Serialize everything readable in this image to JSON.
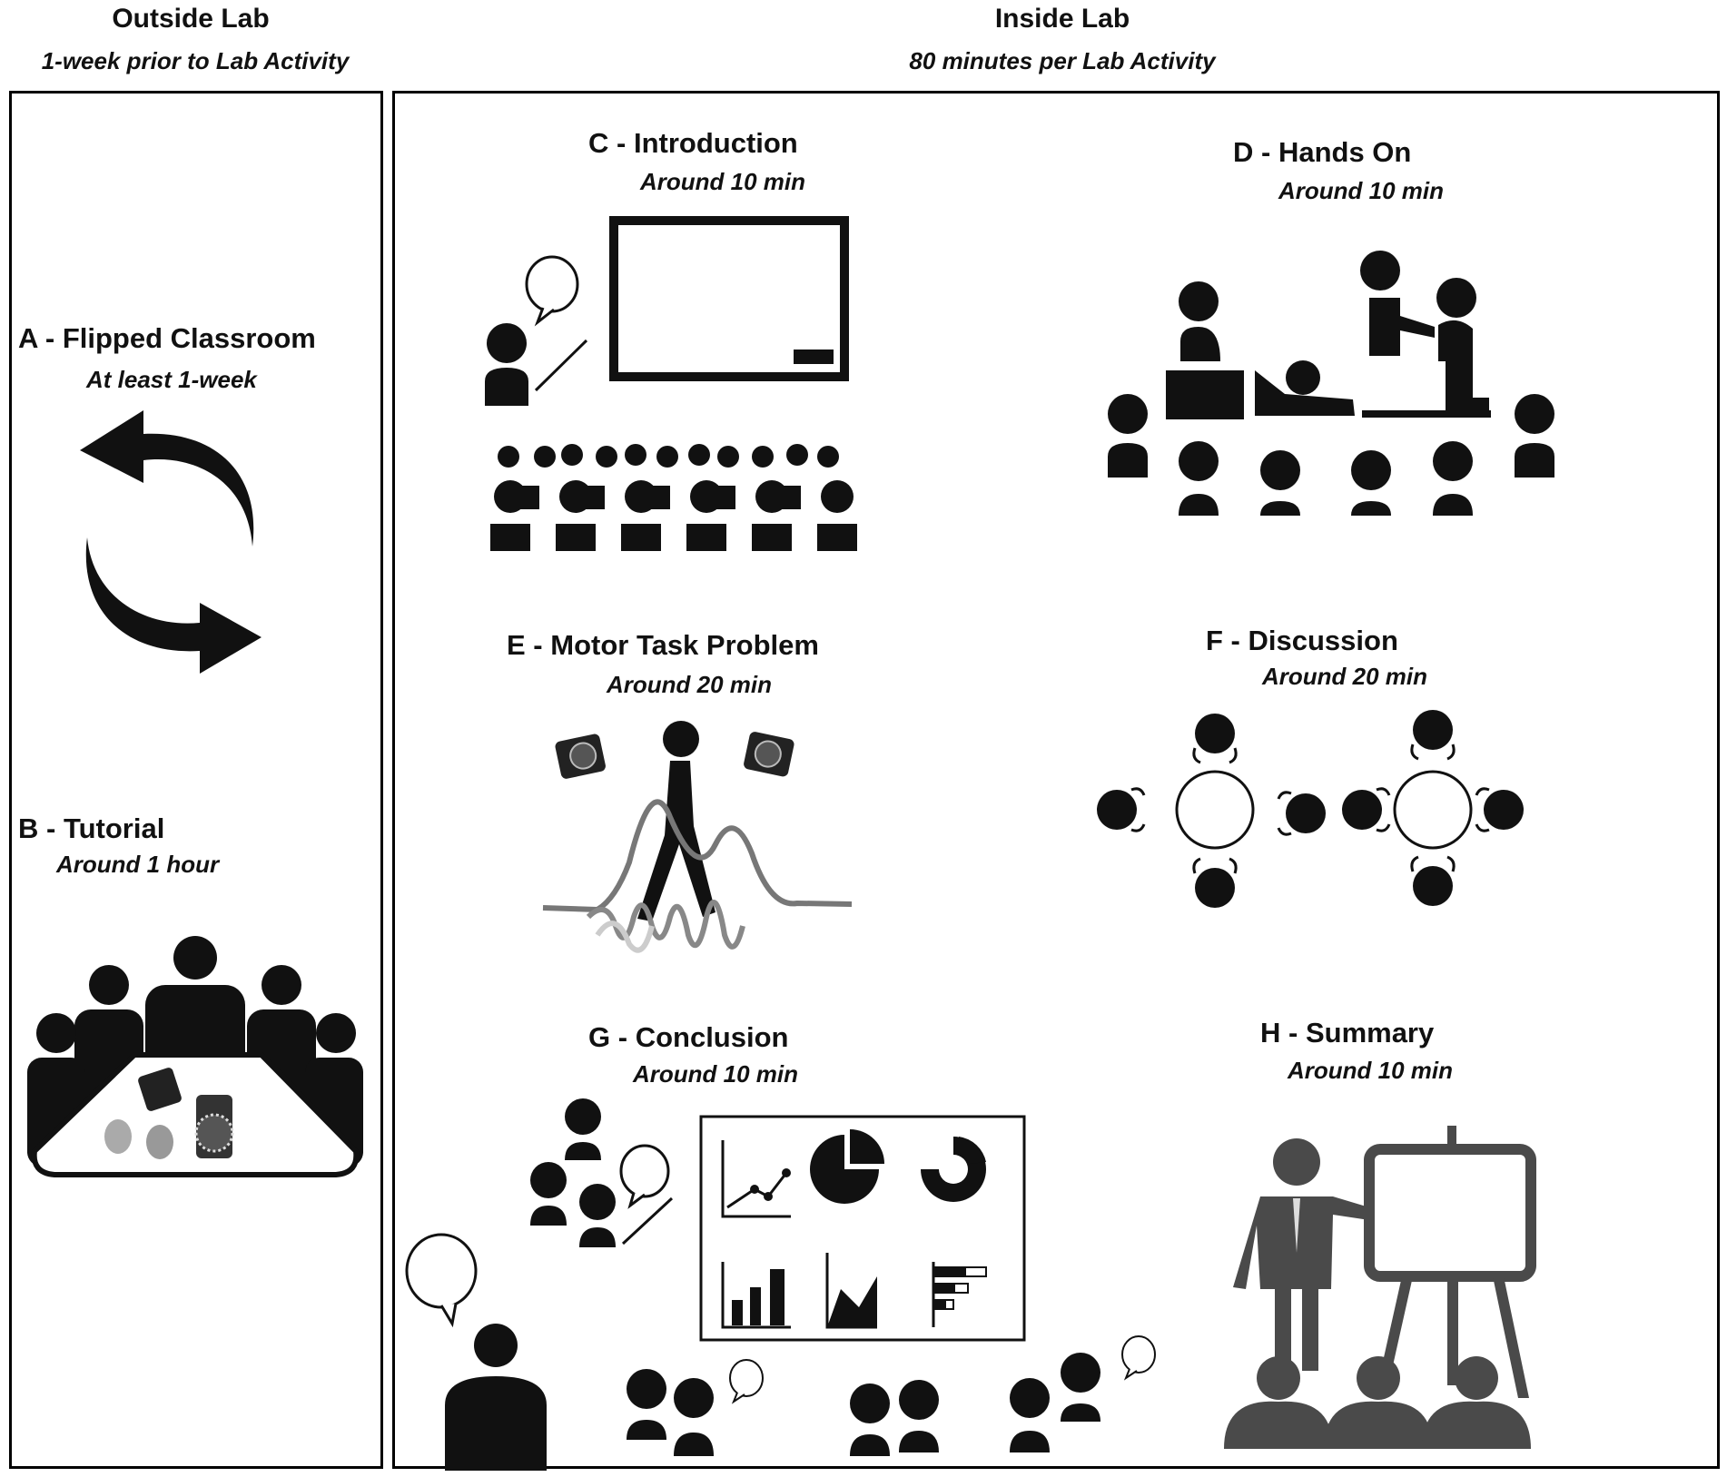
{
  "columns": {
    "outside": {
      "title": "Outside Lab",
      "subtitle": "1-week prior to Lab Activity"
    },
    "inside": {
      "title": "Inside Lab",
      "subtitle": "80 minutes per Lab Activity"
    }
  },
  "steps": {
    "a": {
      "letter": "A -",
      "title": "Flipped Classroom",
      "duration": "At least 1-week"
    },
    "b": {
      "letter": "B -",
      "title": "Tutorial",
      "duration": "Around 1 hour"
    },
    "c": {
      "letter": "C -",
      "title": "Introduction",
      "duration": "Around 10 min"
    },
    "d": {
      "letter": "D -",
      "title": "Hands On",
      "duration": "Around 10 min"
    },
    "e": {
      "letter": "E -",
      "title": "Motor Task Problem",
      "duration": "Around 20 min"
    },
    "f": {
      "letter": "F -",
      "title": "Discussion",
      "duration": "Around 20 min"
    },
    "g": {
      "letter": "G -",
      "title": "Conclusion",
      "duration": "Around 10 min"
    },
    "h": {
      "letter": "H -",
      "title": "Summary",
      "duration": "Around 10 min"
    }
  },
  "icons": {
    "a": "cycle-arrows-icon",
    "b": "meeting-table-icon",
    "c": "lecture-classroom-icon",
    "d": "hands-on-practice-icon",
    "e": "walking-motion-capture-icon",
    "f": "round-table-discussion-icon",
    "g": "chart-board-presentation-icon",
    "h": "presenter-easel-icon"
  }
}
